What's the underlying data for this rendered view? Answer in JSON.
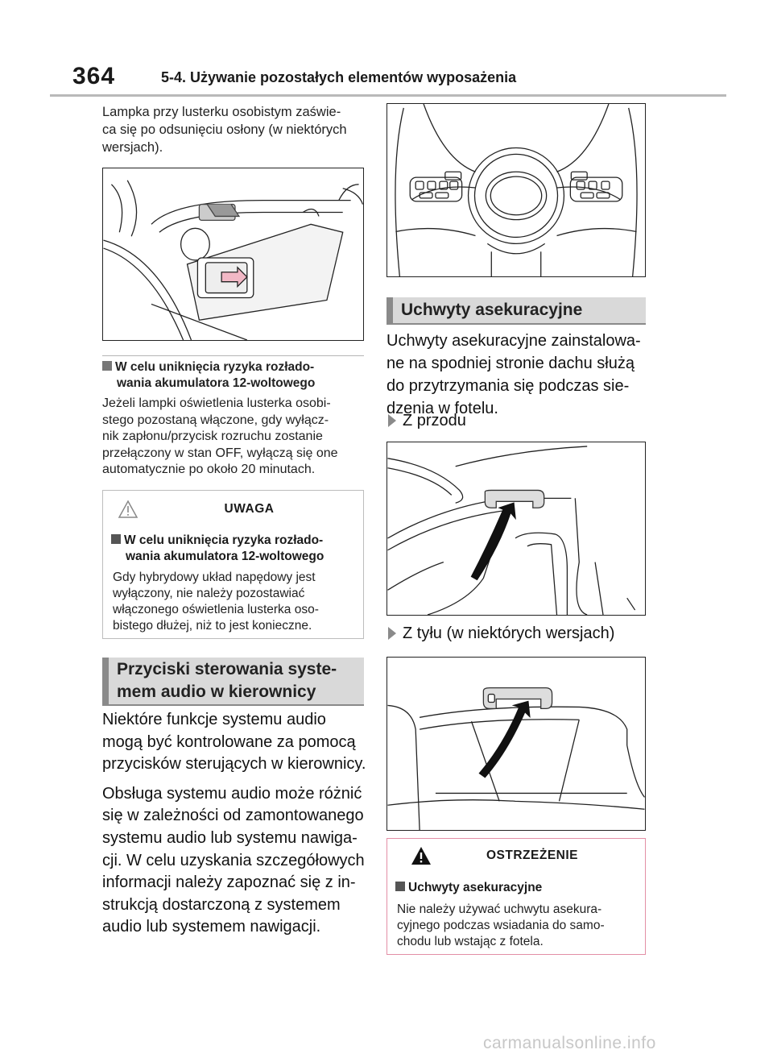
{
  "header": {
    "page_number": "364",
    "section": "5-4. Używanie pozostałych elementów wyposażenia"
  },
  "left": {
    "intro": [
      "Lampka przy lusterku osobistym zaświe-",
      "ca się po odsunięciu osłony (w niektórych",
      "wersjach)."
    ],
    "subhead": [
      "W celu uniknięcia ryzyka rozłado-",
      "wania akumulatora 12-woltowego"
    ],
    "paragraph": [
      "Jeżeli lampki oświetlenia lusterka osobi-",
      "stego pozostaną włączone, gdy wyłącz-",
      "nik zapłonu/przycisk rozruchu zostanie",
      "przełączony w stan OFF, wyłączą się one",
      "automatycznie po około 20 minutach."
    ],
    "caution": {
      "title": "UWAGA",
      "head": [
        "W celu uniknięcia ryzyka rozłado-",
        "wania akumulatora 12-woltowego"
      ],
      "text": [
        "Gdy hybrydowy układ napędowy jest",
        "wyłączony, nie należy pozostawiać",
        "włączonego oświetlenia lusterka oso-",
        "bistego dłużej, niż to jest konieczne."
      ]
    },
    "banner": [
      "Przyciski sterowania syste-",
      "mem audio w kierownicy"
    ],
    "audio_text": [
      "Niektóre funkcje systemu audio",
      "mogą być kontrolowane za pomocą",
      "przycisków sterujących w kierownicy.",
      "Obsługa systemu audio może różnić",
      "się w zależności od zamontowanego",
      "systemu audio lub systemu nawiga-",
      "cji. W celu uzyskania szczegółowych",
      "informacji należy zapoznać się z in-",
      "strukcją dostarczoną z systemem",
      "audio lub systemem nawigacji."
    ]
  },
  "right": {
    "banner": "Uchwyty asekuracyjne",
    "text": [
      "Uchwyty asekuracyjne zainstalowa-",
      "ne na spodniej stronie dachu służą",
      "do przytrzymania się podczas sie-",
      "dzenia w fotelu."
    ],
    "front_label": "Z przodu",
    "rear_label": "Z tyłu (w niektórych wersjach)",
    "warning": {
      "title": "OSTRZEŻENIE",
      "head": "Uchwyty asekuracyjne",
      "text": [
        "Nie należy używać uchwytu asekura-",
        "cyjnego podczas wsiadania do samo-",
        "chodu lub wstając z fotela."
      ]
    }
  },
  "watermark": "carmanualsonline.info",
  "colors": {
    "warning_border": "#e38fa6",
    "banner_bg": "#d9d9d9",
    "arrow_fill": "#f2b8c6"
  }
}
